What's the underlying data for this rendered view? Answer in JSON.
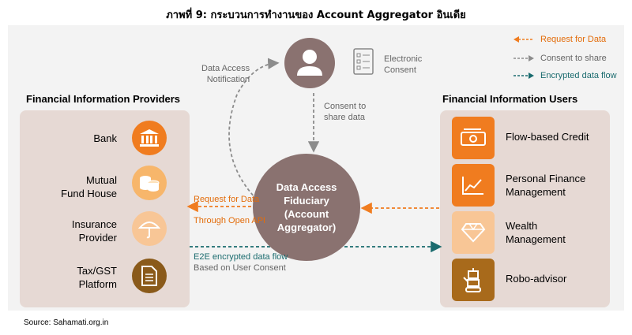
{
  "title": "ภาพที่ 9: กระบวนการทำงานของ Account Aggregator อินเดีย",
  "source": "Source: Sahamati.org.in",
  "legend": {
    "request": "Request for Data",
    "consent": "Consent to share",
    "encrypted": "Encrypted data flow"
  },
  "providers": {
    "title": "Financial Information Providers",
    "items": [
      {
        "label": "Bank",
        "icon": "bank-icon"
      },
      {
        "label": "Mutual\nFund House",
        "icon": "coins-icon"
      },
      {
        "label": "Insurance\nProvider",
        "icon": "umbrella-icon"
      },
      {
        "label": "Tax/GST\nPlatform",
        "icon": "document-icon"
      }
    ]
  },
  "users": {
    "title": "Financial Information Users",
    "items": [
      {
        "label": "Flow-based Credit",
        "icon": "cash-icon"
      },
      {
        "label": "Personal Finance\nManagement",
        "icon": "chart-icon"
      },
      {
        "label": "Wealth\nManagement",
        "icon": "diamond-icon"
      },
      {
        "label": "Robo-advisor",
        "icon": "robot-icon"
      }
    ]
  },
  "center": {
    "label": "Data Access\nFiduciary\n(Account\nAggregator)",
    "notification": "Data Access\nNotification",
    "electronic_consent": "Electronic\nConsent",
    "consent_share": "Consent to\nshare data",
    "request_for_data": "Request for Data",
    "through_api": "Through Open API",
    "e2e": "E2E encrypted data flow",
    "based_on_consent": "Based on User Consent"
  },
  "colors": {
    "orange": "#f07c1f",
    "teal": "#1a6b6e",
    "grey": "#8c8c8c",
    "fiduciary": "#8a7270",
    "box": "#e6d9d4"
  }
}
